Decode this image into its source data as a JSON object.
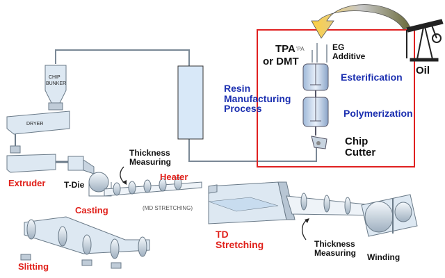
{
  "labels": {
    "chip_bunker": "CHIP\nBUNKER",
    "dryer": "DRYER",
    "extruder": "Extruder",
    "t_die": "T-Die",
    "casting": "Casting",
    "thickness_top": "Thickness\nMeasuring",
    "heater": "Heater",
    "md_stretching": "(MD STRETCHING)",
    "td_stretching": "TD\nStretching",
    "thickness_bottom": "Thickness\nMeasuring",
    "winding": "Winding",
    "slitting": "Slitting",
    "tpa": "TPA",
    "or_dmt": "or DMT",
    "pa_small": "'PA",
    "eg_additive": "EG\nAdditive",
    "oil": "Oil",
    "esterification": "Esterification",
    "polymerization": "Polymerization",
    "chip_cutter": "Chip\nCutter",
    "resin_process": "Resin\nManufacturing\nProcess"
  },
  "colors": {
    "red_label": "#e0201a",
    "blue_label": "#1b2fb0",
    "frame": "#e02020",
    "machine_fill": "#dde8f2",
    "machine_stroke": "#6a7a88",
    "tower_fill": "#d8e8f8",
    "pipe": "#7a8896"
  }
}
